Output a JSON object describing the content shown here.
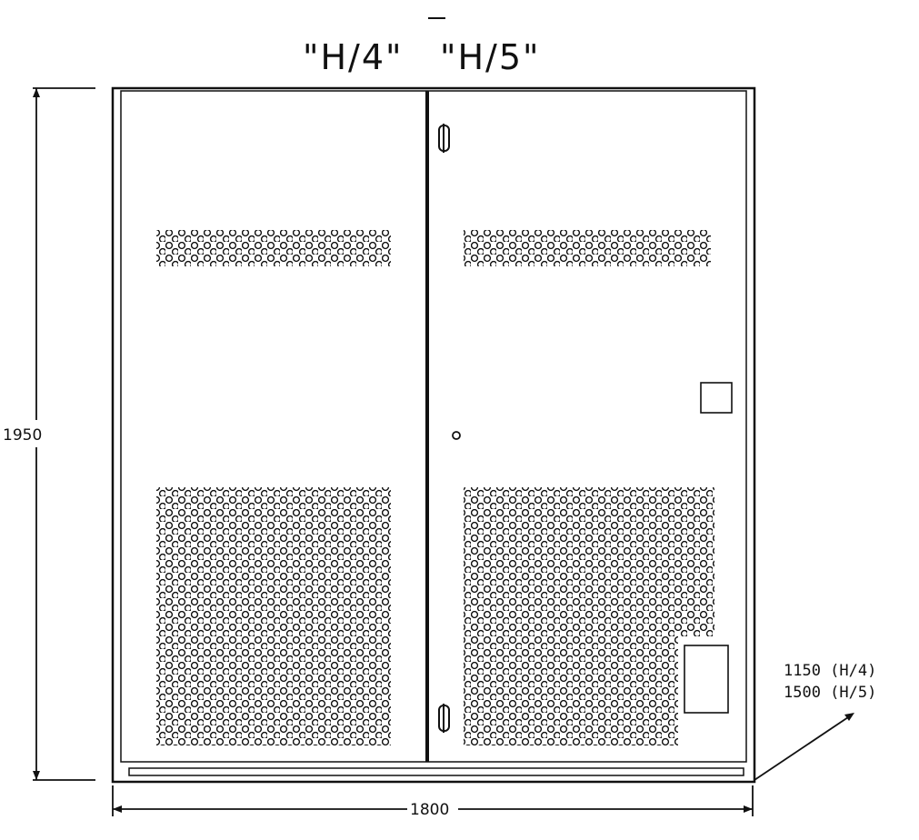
{
  "title": {
    "model_a": "\"H/4\"",
    "model_b": "\"H/5\""
  },
  "dimensions": {
    "height": "1950",
    "width": "1800",
    "depth_h4": "1150 (H/4)",
    "depth_h5": "1500 (H/5)"
  },
  "colors": {
    "line": "#111111",
    "background": "#ffffff"
  }
}
